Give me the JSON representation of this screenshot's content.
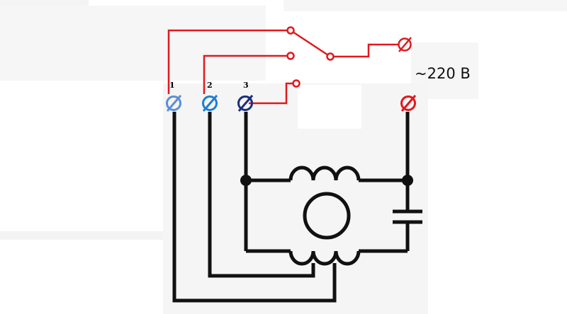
{
  "terminals": {
    "t1": {
      "label": "1",
      "color": "#5b8fd6"
    },
    "t2": {
      "label": "2",
      "color": "#1f7fd0"
    },
    "t3": {
      "label": "3",
      "color": "#1b2f7a"
    },
    "supply": {
      "color": "#e0191e"
    }
  },
  "supply_label": "~220 B",
  "colors": {
    "wire_red": "#e0191e",
    "wire_black": "#111111",
    "panel": "#f5f5f5"
  }
}
